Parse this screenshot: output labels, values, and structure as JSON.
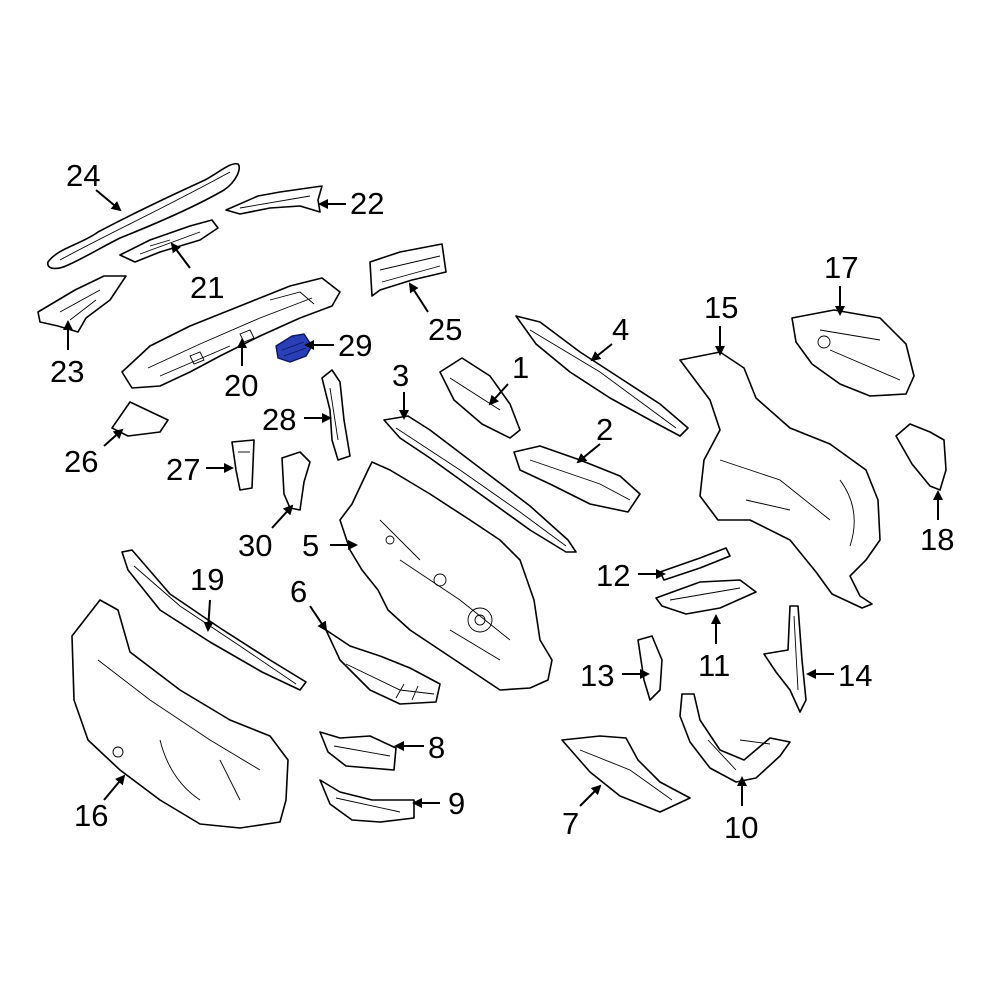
{
  "highlight_color": "#2a3fb5",
  "callouts": {
    "c1": "1",
    "c2": "2",
    "c3": "3",
    "c4": "4",
    "c5": "5",
    "c6": "6",
    "c7": "7",
    "c8": "8",
    "c9": "9",
    "c10": "10",
    "c11": "11",
    "c12": "12",
    "c13": "13",
    "c14": "14",
    "c15": "15",
    "c16": "16",
    "c17": "17",
    "c18": "18",
    "c19": "19",
    "c20": "20",
    "c21": "21",
    "c22": "22",
    "c23": "23",
    "c24": "24",
    "c25": "25",
    "c26": "26",
    "c27": "27",
    "c28": "28",
    "c29": "29",
    "c30": "30"
  },
  "highlighted_part": "29"
}
